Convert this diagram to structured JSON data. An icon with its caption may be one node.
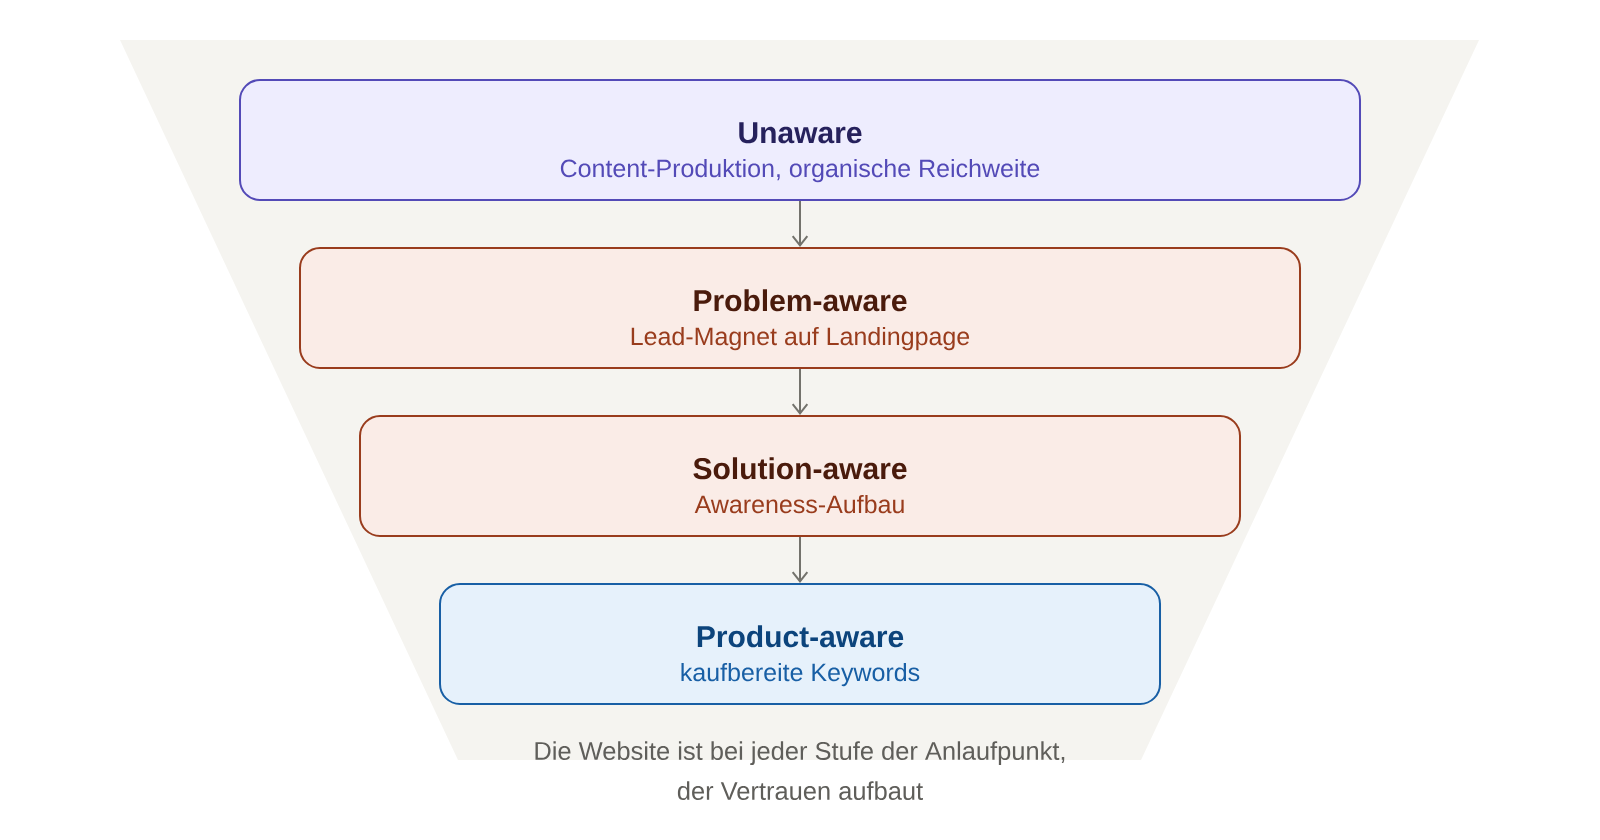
{
  "diagram": {
    "nodes": [
      {
        "text": [
          "Unaware",
          "Content-Produktion, organische Reichweite"
        ]
      },
      {
        "text": [
          "Problem-aware",
          "Lead-Magnet auf Landingpage"
        ]
      },
      {
        "text": [
          "Solution-aware",
          "Awareness-Aufbau"
        ]
      },
      {
        "text": [
          "Product-aware",
          "kaufbereite Keywords"
        ]
      }
    ],
    "edges": [
      {
        "from": 0,
        "to": 1,
        "arrow": "to"
      },
      {
        "from": 1,
        "to": 2,
        "arrow": "to"
      },
      {
        "from": 2,
        "to": 3,
        "arrow": "to"
      }
    ],
    "caption": "Die Website ist bei jeder Stufe der Anlaufpunkt, der Vertrauen aufbaut"
  }
}
